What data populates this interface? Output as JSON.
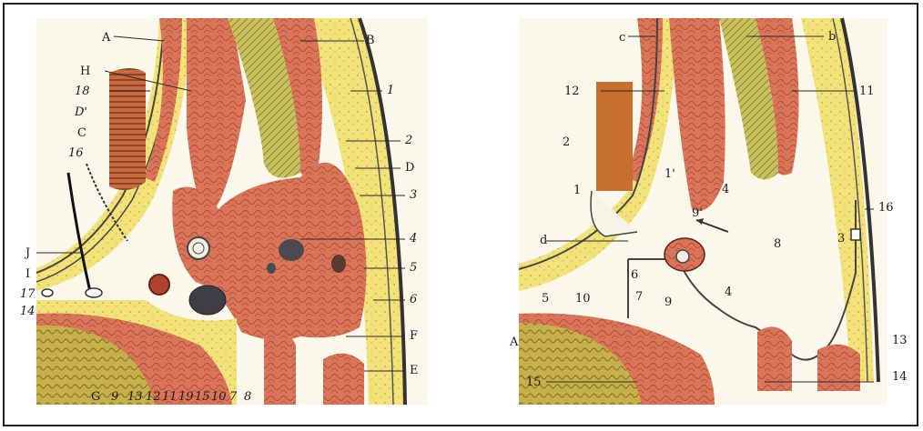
{
  "colors": {
    "muscle": "#d9765a",
    "muscle_dark": "#b64f38",
    "fat": "#f3e27a",
    "tendon": "#d6d06a",
    "fascia": "#e8e3d6",
    "bone": "#c7b54a",
    "line": "#2a2a2a"
  },
  "left_panel": {
    "labels": [
      "A",
      "B",
      "H",
      "18",
      "D'",
      "C",
      "16",
      "1",
      "2",
      "D",
      "3",
      "4",
      "5",
      "6",
      "F",
      "E",
      "J",
      "I",
      "17",
      "14",
      "G",
      "9",
      "13",
      "12",
      "11",
      "19",
      "15",
      "10",
      "7",
      "8"
    ]
  },
  "right_panel": {
    "labels": [
      "c",
      "b",
      "12",
      "11",
      "2",
      "1'",
      "1",
      "4",
      "9'",
      "16",
      "d",
      "8",
      "3",
      "6",
      "5",
      "10",
      "7",
      "9",
      "4",
      "A",
      "15",
      "13",
      "14"
    ]
  }
}
